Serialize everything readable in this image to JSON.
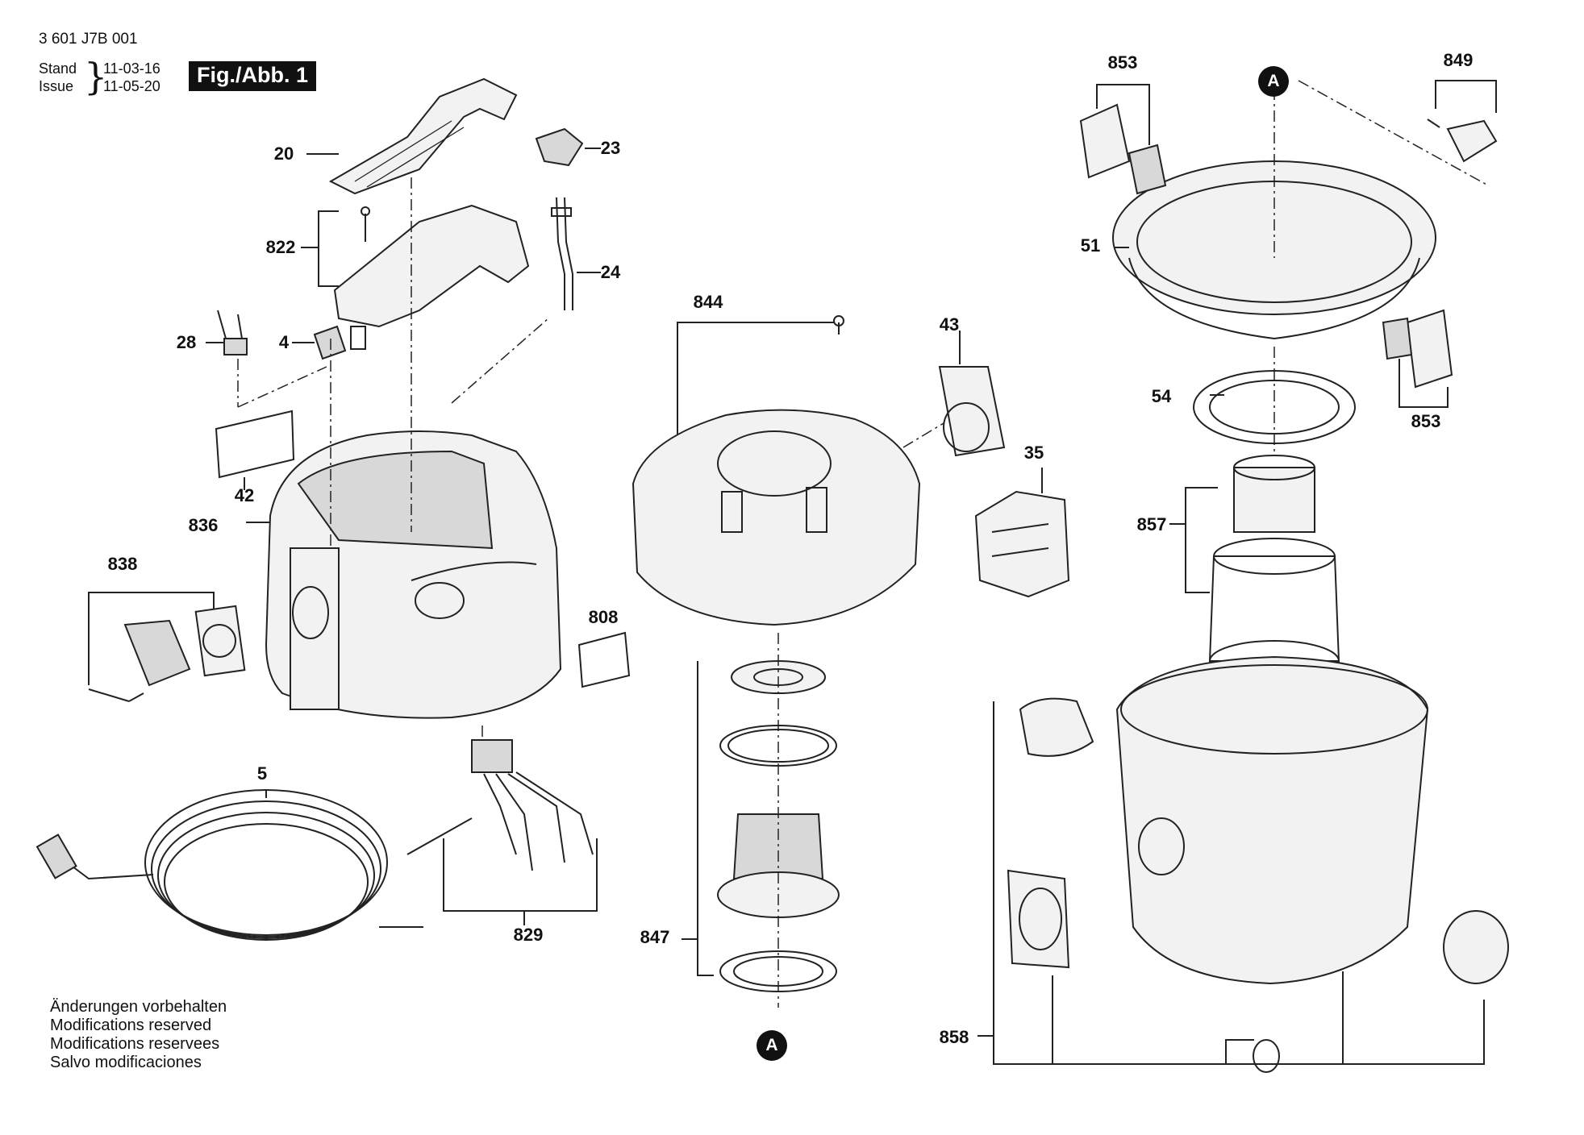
{
  "header": {
    "doc_number": "3 601 J7B 001",
    "stand_label": "Stand",
    "issue_label": "Issue",
    "stand_date": "11-03-16",
    "issue_date": "11-05-20",
    "figure_tag": "Fig./Abb. 1"
  },
  "notes": [
    "Änderungen vorbehalten",
    "Modifications reserved",
    "Modifications reservees",
    "Salvo modificaciones"
  ],
  "ref_marker": "A",
  "part_numbers": {
    "p20": "20",
    "p23": "23",
    "p822": "822",
    "p24": "24",
    "p28": "28",
    "p4": "4",
    "p42": "42",
    "p836": "836",
    "p838": "838",
    "p808": "808",
    "p5": "5",
    "p829": "829",
    "p844": "844",
    "p43": "43",
    "p35": "35",
    "p847": "847",
    "p853_top": "853",
    "p849": "849",
    "p51": "51",
    "p54": "54",
    "p853_bottom": "853",
    "p857": "857",
    "p858": "858"
  }
}
